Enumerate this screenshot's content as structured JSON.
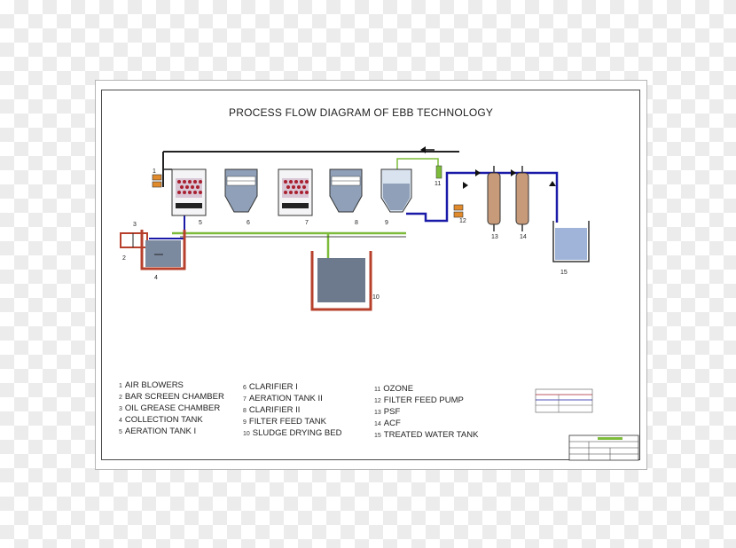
{
  "title": "PROCESS FLOW DIAGRAM OF EBB TECHNOLOGY",
  "colors": {
    "pipe_blue": "#1a1aa8",
    "pipe_green": "#7dbb3a",
    "pipe_dark": "#222222",
    "brick": "#b7402c",
    "water": "#8fa0b8",
    "media_red": "#a82030"
  },
  "node_labels": [
    "1",
    "2",
    "3",
    "4",
    "5",
    "6",
    "7",
    "8",
    "9",
    "10",
    "11",
    "12",
    "13",
    "14",
    "15"
  ],
  "legend": [
    [
      {
        "num": "1",
        "label": "AIR BLOWERS"
      },
      {
        "num": "2",
        "label": "BAR SCREEN CHAMBER"
      },
      {
        "num": "3",
        "label": "OIL GREASE CHAMBER"
      },
      {
        "num": "4",
        "label": "COLLECTION TANK"
      },
      {
        "num": "5",
        "label": "AERATION TANK I"
      }
    ],
    [
      {
        "num": "6",
        "label": "CLARIFIER I"
      },
      {
        "num": "7",
        "label": "AERATION TANK II"
      },
      {
        "num": "8",
        "label": "CLARIFIER II"
      },
      {
        "num": "9",
        "label": "FILTER FEED TANK"
      },
      {
        "num": "10",
        "label": "SLUDGE DRYING BED"
      }
    ],
    [
      {
        "num": "11",
        "label": "OZONE"
      },
      {
        "num": "12",
        "label": "FILTER FEED PUMP"
      },
      {
        "num": "13",
        "label": "PSF"
      },
      {
        "num": "14",
        "label": "ACF"
      },
      {
        "num": "15",
        "label": "TREATED WATER TANK"
      }
    ]
  ]
}
